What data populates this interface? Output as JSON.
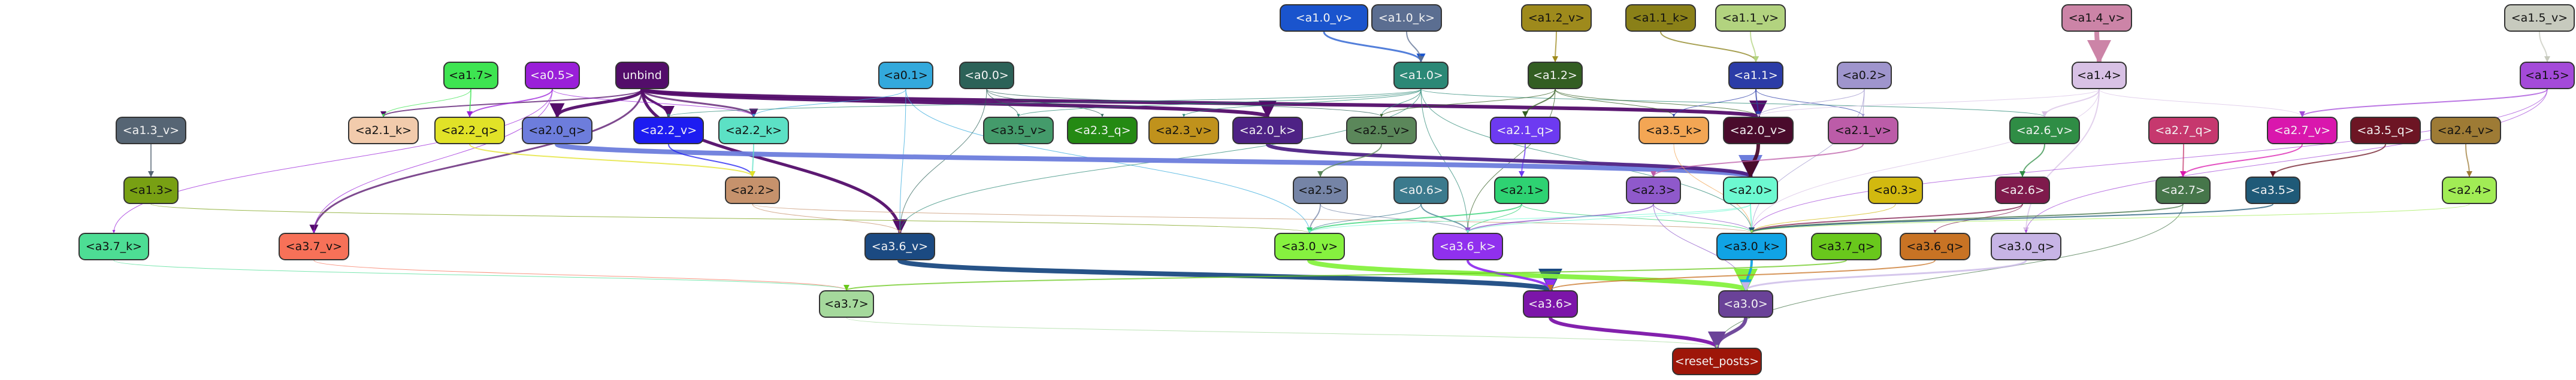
{
  "nodes": [
    {
      "id": "a1_0_v",
      "label": "<a1.0_v>",
      "color": "#1a54cd"
    },
    {
      "id": "a1_0_k",
      "label": "<a1.0_k>",
      "color": "#5b6e91"
    },
    {
      "id": "a1_2_v",
      "label": "<a1.2_v>",
      "color": "#9e8a1c"
    },
    {
      "id": "a1_1_k",
      "label": "<a1.1_k>",
      "color": "#8a8018"
    },
    {
      "id": "a1_1_v",
      "label": "<a1.1_v>",
      "color": "#b2d37f"
    },
    {
      "id": "a1_4_v",
      "label": "<a1.4_v>",
      "color": "#cc84a7"
    },
    {
      "id": "a1_5_v",
      "label": "<a1.5_v>",
      "color": "#c7cabe"
    },
    {
      "id": "a1_7",
      "label": "<a1.7>",
      "color": "#3ee451"
    },
    {
      "id": "a0_5",
      "label": "<a0.5>",
      "color": "#9a1fd9"
    },
    {
      "id": "unbind",
      "label": "unbind",
      "color": "#530d6a"
    },
    {
      "id": "a0_1",
      "label": "<a0.1>",
      "color": "#33a9dc"
    },
    {
      "id": "a0_0",
      "label": "<a0.0>",
      "color": "#2c6258"
    },
    {
      "id": "a1_0",
      "label": "<a1.0>",
      "color": "#2b8876"
    },
    {
      "id": "a1_2",
      "label": "<a1.2>",
      "color": "#335e22"
    },
    {
      "id": "a1_1",
      "label": "<a1.1>",
      "color": "#2b3ca7"
    },
    {
      "id": "a0_2",
      "label": "<a0.2>",
      "color": "#9f95cd"
    },
    {
      "id": "a1_4",
      "label": "<a1.4>",
      "color": "#d8c1e5"
    },
    {
      "id": "a1_5",
      "label": "<a1.5>",
      "color": "#a44ad9"
    },
    {
      "id": "a1_3_v",
      "label": "<a1.3_v>",
      "color": "#566574"
    },
    {
      "id": "a2_1_k",
      "label": "<a2.1_k>",
      "color": "#f2cbac"
    },
    {
      "id": "a2_2_q",
      "label": "<a2.2_q>",
      "color": "#e1e227"
    },
    {
      "id": "a2_0_q",
      "label": "<a2.0_q>",
      "color": "#6d7ddc"
    },
    {
      "id": "a2_2_v",
      "label": "<a2.2_v>",
      "color": "#1d1cf1"
    },
    {
      "id": "a2_2_k",
      "label": "<a2.2_k>",
      "color": "#5ce1c5"
    },
    {
      "id": "a3_5_v",
      "label": "<a3.5_v>",
      "color": "#449b6b"
    },
    {
      "id": "a2_3_q",
      "label": "<a2.3_q>",
      "color": "#248a13"
    },
    {
      "id": "a2_3_v",
      "label": "<a2.3_v>",
      "color": "#c0921c"
    },
    {
      "id": "a2_0_k",
      "label": "<a2.0_k>",
      "color": "#4e2285"
    },
    {
      "id": "a2_5_v",
      "label": "<a2.5_v>",
      "color": "#5b875a"
    },
    {
      "id": "a2_1_q",
      "label": "<a2.1_q>",
      "color": "#6d3af1"
    },
    {
      "id": "a3_5_k",
      "label": "<a3.5_k>",
      "color": "#f3a654"
    },
    {
      "id": "a2_0_v",
      "label": "<a2.0_v>",
      "color": "#4a0b2c"
    },
    {
      "id": "a2_1_v",
      "label": "<a2.1_v>",
      "color": "#bc5ca8"
    },
    {
      "id": "a2_6_v",
      "label": "<a2.6_v>",
      "color": "#2f8d45"
    },
    {
      "id": "a2_7_q",
      "label": "<a2.7_q>",
      "color": "#c6386e"
    },
    {
      "id": "a2_7_v",
      "label": "<a2.7_v>",
      "color": "#d917ad"
    },
    {
      "id": "a3_5_q",
      "label": "<a3.5_q>",
      "color": "#6d1524"
    },
    {
      "id": "a2_4_v",
      "label": "<a2.4_v>",
      "color": "#9e7b35"
    },
    {
      "id": "a1_3",
      "label": "<a1.3>",
      "color": "#78a013"
    },
    {
      "id": "a2_2",
      "label": "<a2.2>",
      "color": "#c6926c"
    },
    {
      "id": "a2_5",
      "label": "<a2.5>",
      "color": "#7584a6"
    },
    {
      "id": "a0_6",
      "label": "<a0.6>",
      "color": "#3b7a8d"
    },
    {
      "id": "a2_1",
      "label": "<a2.1>",
      "color": "#2ed272"
    },
    {
      "id": "a2_3",
      "label": "<a2.3>",
      "color": "#8f59cb"
    },
    {
      "id": "a2_0",
      "label": "<a2.0>",
      "color": "#6cf9d0"
    },
    {
      "id": "a0_3",
      "label": "<a0.3>",
      "color": "#d2b90f"
    },
    {
      "id": "a2_6",
      "label": "<a2.6>",
      "color": "#7f1a4c"
    },
    {
      "id": "a2_7",
      "label": "<a2.7>",
      "color": "#46764a"
    },
    {
      "id": "a3_5",
      "label": "<a3.5>",
      "color": "#1f5a78"
    },
    {
      "id": "a2_4",
      "label": "<a2.4>",
      "color": "#a1ec55"
    },
    {
      "id": "a3_7_k",
      "label": "<a3.7_k>",
      "color": "#4ddd94"
    },
    {
      "id": "a3_7_v",
      "label": "<a3.7_v>",
      "color": "#f77158"
    },
    {
      "id": "a3_6_v",
      "label": "<a3.6_v>",
      "color": "#1b4a82"
    },
    {
      "id": "a3_0_v",
      "label": "<a3.0_v>",
      "color": "#86f13f"
    },
    {
      "id": "a3_6_k",
      "label": "<a3.6_k>",
      "color": "#9030ee"
    },
    {
      "id": "a3_0_k",
      "label": "<a3.0_k>",
      "color": "#10a3e5"
    },
    {
      "id": "a3_7_q",
      "label": "<a3.7_q>",
      "color": "#69c81c"
    },
    {
      "id": "a3_6_q",
      "label": "<a3.6_q>",
      "color": "#c87324"
    },
    {
      "id": "a3_0_q",
      "label": "<a3.0_q>",
      "color": "#c7b4e5"
    },
    {
      "id": "a3_7",
      "label": "<a3.7>",
      "color": "#a5d99c"
    },
    {
      "id": "a3_6",
      "label": "<a3.6>",
      "color": "#7c15a9"
    },
    {
      "id": "a3_0",
      "label": "<a3.0>",
      "color": "#6a4298"
    },
    {
      "id": "reset_posts",
      "label": "<reset_posts>",
      "color": "#9e1609"
    }
  ]
}
